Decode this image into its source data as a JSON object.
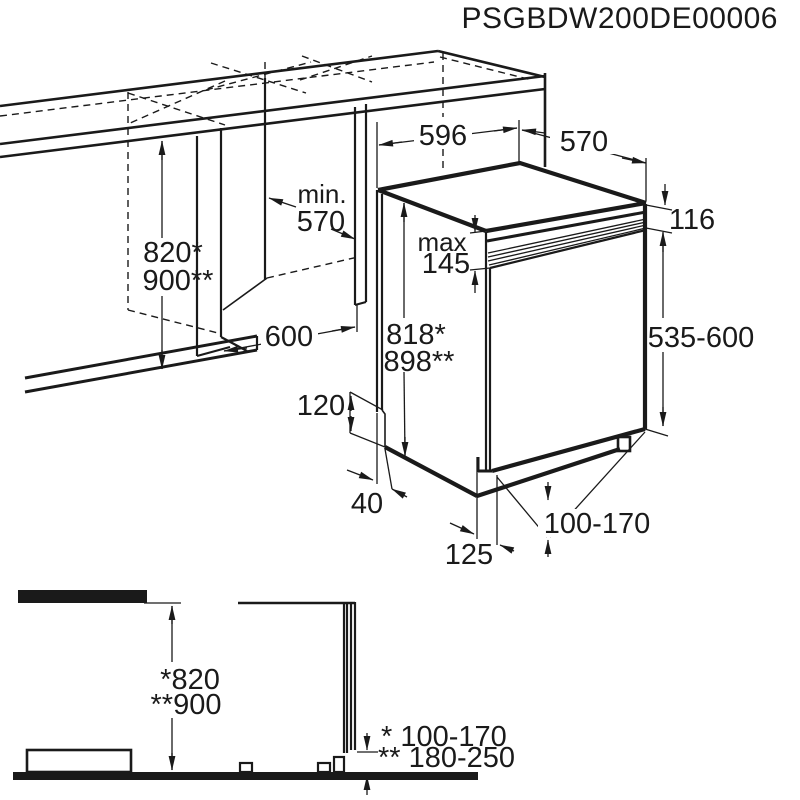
{
  "title": "PSGBDW200DE00006",
  "colors": {
    "line": "#1a1a1a",
    "background": "#ffffff"
  },
  "installation_view": {
    "appliance_width_top": "596",
    "appliance_depth_top": "570",
    "worktop_edge_height": "116",
    "fascia_max_label": "max",
    "fascia_max_value": "145",
    "appliance_height_std": "818*",
    "appliance_height_tall": "898**",
    "door_panel_range": "535-600",
    "niche_depth_label": "min.",
    "niche_depth_value": "570",
    "niche_height_std": "820*",
    "niche_height_tall": "900**",
    "niche_width": "600",
    "plinth_recess_height": "120",
    "plinth_recess_depth": "40",
    "plinth_setback": "125",
    "plinth_height_range": "100-170"
  },
  "side_views": {
    "worktop_height_std": "*820",
    "worktop_height_tall": "**900",
    "plinth_clearance_std": "* 100-170",
    "plinth_clearance_tall": "** 180-250"
  }
}
